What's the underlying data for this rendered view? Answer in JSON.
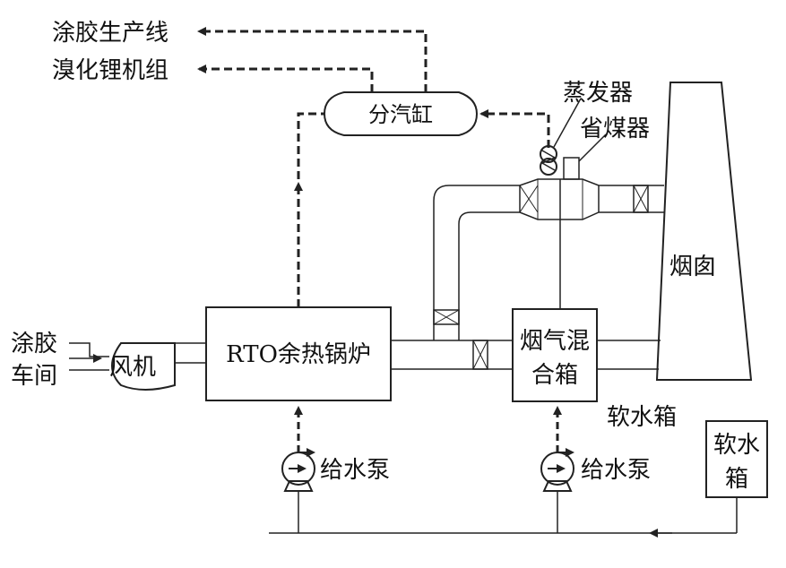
{
  "colors": {
    "line": "#222222",
    "background": "#ffffff"
  },
  "labels": {
    "coating_line": "涂胶生产线",
    "libr_unit": "溴化锂机组",
    "steam_header": "分汽缸",
    "evaporator": "蒸发器",
    "economizer": "省煤器",
    "chimney": "烟囱",
    "coating_workshop_1": "涂胶",
    "coating_workshop_2": "车间",
    "fan": "风机",
    "rto_boiler": "RTO余热锅炉",
    "mix_box_1": "烟气混",
    "mix_box_2": "合箱",
    "soft_water_tank_label": "软水箱",
    "soft_water_box_1": "软水",
    "soft_water_box_2": "箱",
    "pump_left": "给水泵",
    "pump_right": "给水泵"
  }
}
